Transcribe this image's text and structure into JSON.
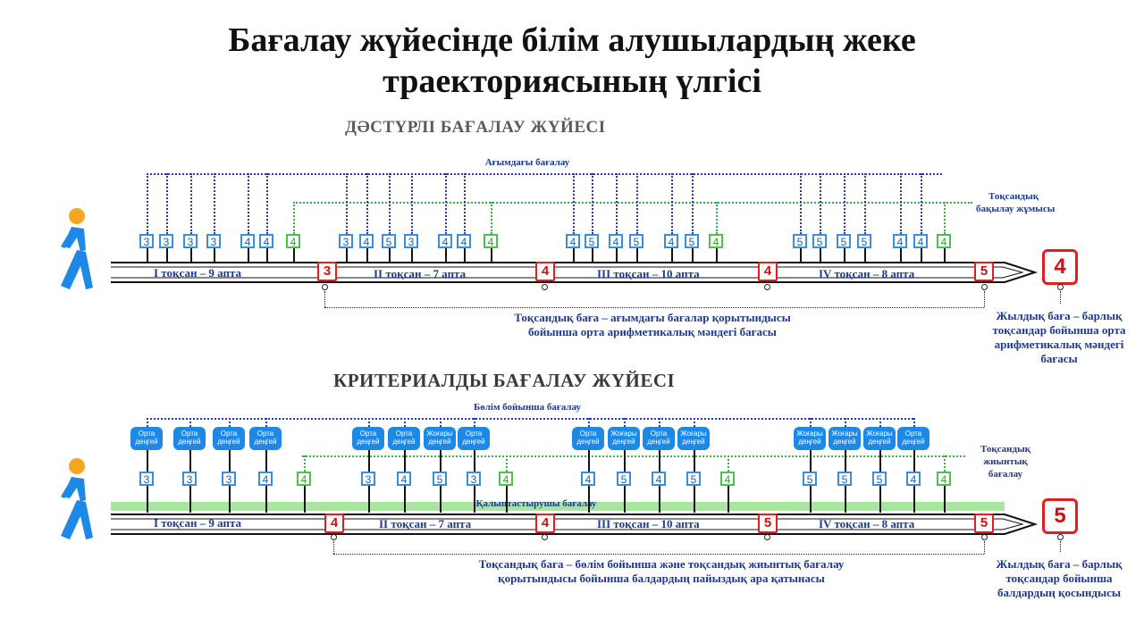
{
  "title_line1": "Бағалау жүйесінде білім алушылардың жеке",
  "title_line2": "траекториясының үлгісі",
  "traditional": {
    "heading": "ДӘСТҮРЛІ БАҒАЛАУ ЖҮЙЕСІ",
    "current_label": "Ағымдағы бағалау",
    "control_label_line1": "Тоқсандық",
    "control_label_line2": "бақылау жұмысы",
    "quarters": [
      "І тоқсан – 9 апта",
      "ІІ тоқсан – 7 апта",
      "ІІІ тоқсан – 10 апта",
      "ІV тоқсан – 8 апта"
    ],
    "grades_q1": [
      "3",
      "3",
      "3",
      "3",
      "4",
      "4"
    ],
    "control_q1": "4",
    "grades_q2": [
      "3",
      "4",
      "5",
      "3",
      "4",
      "4"
    ],
    "control_q2": "4",
    "grades_q3": [
      "4",
      "5",
      "4",
      "5",
      "4",
      "5"
    ],
    "control_q3": "4",
    "grades_q4": [
      "5",
      "5",
      "5",
      "5",
      "4",
      "4"
    ],
    "control_q4": "4",
    "quarter_marks": [
      "3",
      "4",
      "4",
      "5"
    ],
    "annual": "4",
    "quarter_note_line1": "Тоқсандық баға – ағымдағы бағалар қорытындысы",
    "quarter_note_line2": "бойынша орта арифметикалық мәндегі бағасы",
    "annual_note": [
      "Жылдық баға – барлық",
      "тоқсандар бойынша орта",
      "арифметикалық мәндегі",
      "бағасы"
    ]
  },
  "criterial": {
    "heading": "КРИТЕРИАЛДЫ БАҒАЛАУ ЖҮЙЕСІ",
    "section_label": "Бөлім бойынша бағалау",
    "summative_line1": "Тоқсандық",
    "summative_line2": "жиынтық",
    "summative_line3": "бағалау",
    "formative_label": "Қалыптастырушы бағалау",
    "quarters": [
      "І тоқсан – 9 апта",
      "ІІ тоқсан – 7 апта",
      "ІІІ тоқсан – 10 апта",
      "ІV тоқсан – 8 апта"
    ],
    "bubble_mid": [
      "Орта",
      "деңгей"
    ],
    "bubble_high": [
      "Жоғары",
      "деңгей"
    ],
    "grades_q1": [
      "3",
      "3",
      "3",
      "4"
    ],
    "sum_q1": "4",
    "grades_q2": [
      "3",
      "4",
      "5",
      "3"
    ],
    "sum_q2": "4",
    "grades_q3": [
      "4",
      "5",
      "4",
      "5"
    ],
    "sum_q3": "4",
    "grades_q4": [
      "5",
      "5",
      "5",
      "4"
    ],
    "sum_q4": "4",
    "quarter_marks": [
      "4",
      "4",
      "5",
      "5"
    ],
    "annual": "5",
    "quarter_note_line1": "Тоқсандық баға – бөлім бойынша және тоқсандық жиынтық бағалау",
    "quarter_note_line2": "қорытындысы бойынша балдардың пайыздық ара қатынасы",
    "annual_note": [
      "Жылдық баға – барлық",
      "тоқсандар бойынша",
      "балдардың қосындысы"
    ]
  },
  "colors": {
    "blue": "#3a8fd8",
    "green": "#4cc24c",
    "red": "#e02020",
    "navy": "#1f3a8a"
  }
}
